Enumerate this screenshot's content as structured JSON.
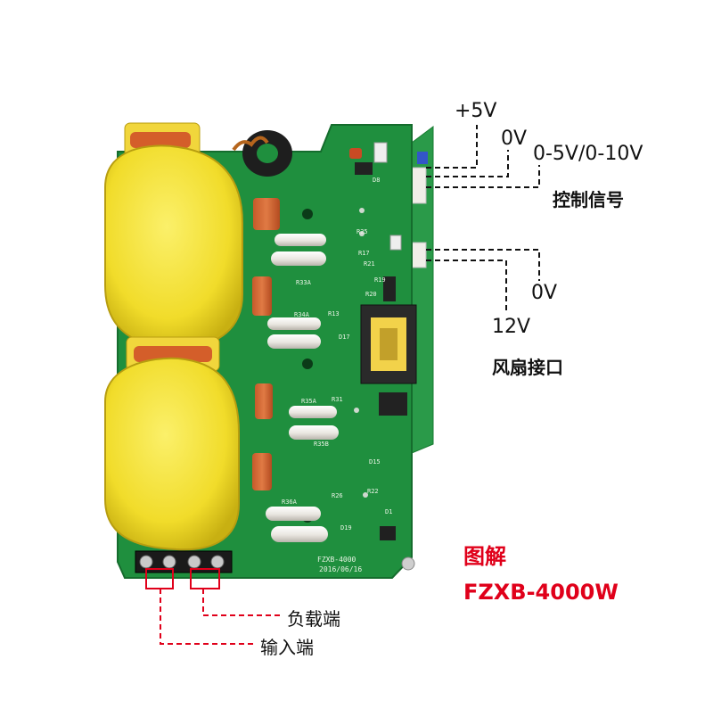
{
  "labels": {
    "plus5v": "+5V",
    "zero_v_top": "0V",
    "range": "0-5V/0-10V",
    "control_signal": "控制信号",
    "zero_v_fan": "0V",
    "twelve_v": "12V",
    "fan_port": "风扇接口",
    "load_terminal": "负载端",
    "input_terminal": "输入端",
    "diagram_title": "图解",
    "model": "FZXB-4000W"
  },
  "board": {
    "silk_model": "FZXB-4000",
    "silk_date": "2016/06/16",
    "refs": [
      "R33A",
      "R34A",
      "R35A",
      "R36A",
      "R35B",
      "R13",
      "D17",
      "R31",
      "D15",
      "R22",
      "R26",
      "D19",
      "D1",
      "R25",
      "R17",
      "R21",
      "R19",
      "R20",
      "D8"
    ]
  },
  "colors": {
    "pcb": "#1f8f3e",
    "toroid": "#f3e23a",
    "annotation_black": "#111111",
    "annotation_red": "#e0001a"
  }
}
